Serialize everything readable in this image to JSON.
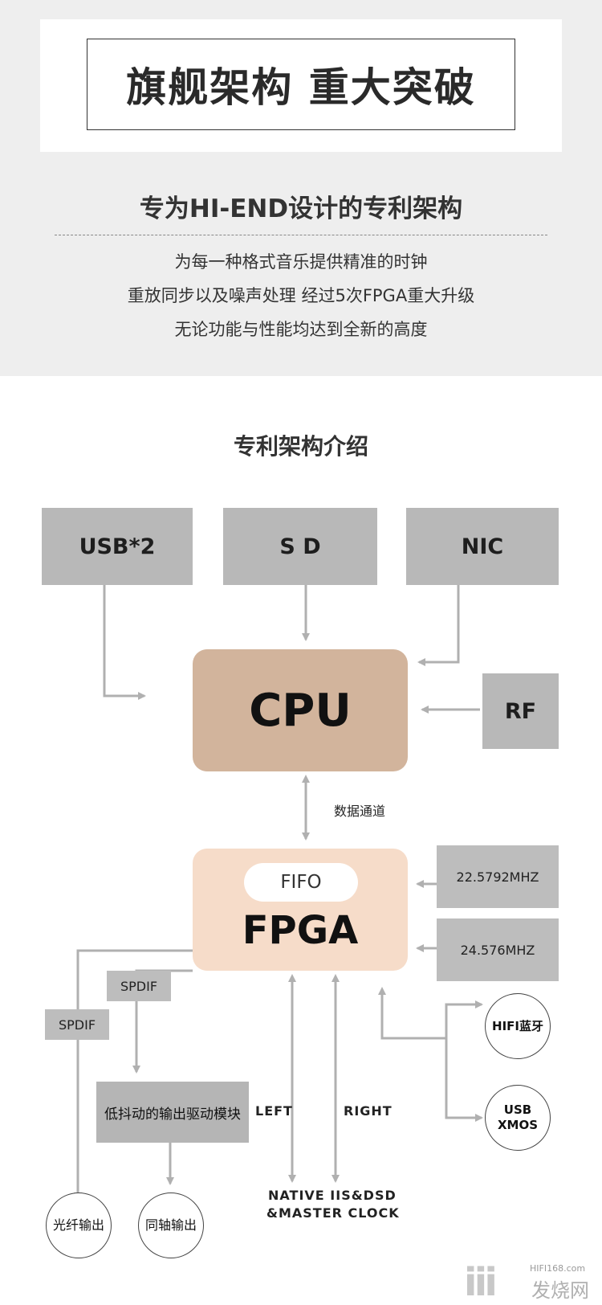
{
  "header": {
    "headline": "旗舰架构 重大突破",
    "subheading": "专为HI-END设计的专利架构",
    "description_lines": [
      "为每一种格式音乐提供精准的时钟",
      "重放同步以及噪声处理  经过5次FPGA重大升级",
      "无论功能与性能均达到全新的高度"
    ]
  },
  "diagram": {
    "title": "专利架构介绍",
    "sources": [
      "USB*2",
      "S D",
      "NIC"
    ],
    "rf": "RF",
    "cpu": "CPU",
    "data_channel": "数据通道",
    "fifo": "FIFO",
    "fpga": "FPGA",
    "clocks": [
      "22.5792MHZ",
      "24.576MHZ"
    ],
    "spdif_labels": [
      "SPDIF",
      "SPDIF"
    ],
    "driver_module": "低抖动的输出驱动模块",
    "left": "LEFT",
    "right": "RIGHT",
    "native_lines": [
      "NATIVE IIS&DSD",
      "&MASTER CLOCK"
    ],
    "bluetooth": "HIFI蓝牙",
    "usb_xmos": [
      "USB",
      "XMOS"
    ],
    "optical_out": "光纤输出",
    "coaxial_out": "同轴输出"
  },
  "watermark": {
    "url": "HIFI168.com",
    "name": "发烧网"
  },
  "colors": {
    "top_background": "#eeeeee",
    "gray_box": "#b8b8b8",
    "cpu": "#d2b49c",
    "fpga": "#f6dcc9",
    "arrow": "#b0b0b0"
  }
}
